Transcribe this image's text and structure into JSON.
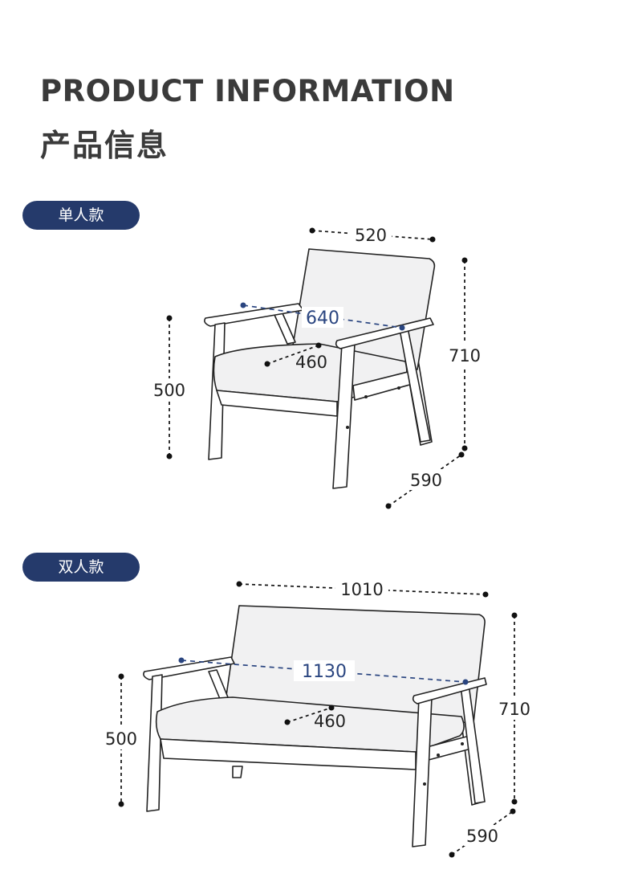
{
  "header": {
    "title_en": "PRODUCT INFORMATION",
    "title_cn": "产品信息"
  },
  "models": [
    {
      "label": "单人款",
      "dims": {
        "width": "520",
        "height": "710",
        "depth": "590",
        "seat_height": "500",
        "seat_depth": "460",
        "overall_width": "640"
      }
    },
    {
      "label": "双人款",
      "dims": {
        "width": "1010",
        "height": "710",
        "depth": "590",
        "seat_height": "500",
        "seat_depth": "460",
        "overall_width": "1130"
      }
    }
  ],
  "colors": {
    "accent": "#253a6b",
    "dimension_blue": "#2a4580",
    "cushion": "#f1f1f2"
  }
}
